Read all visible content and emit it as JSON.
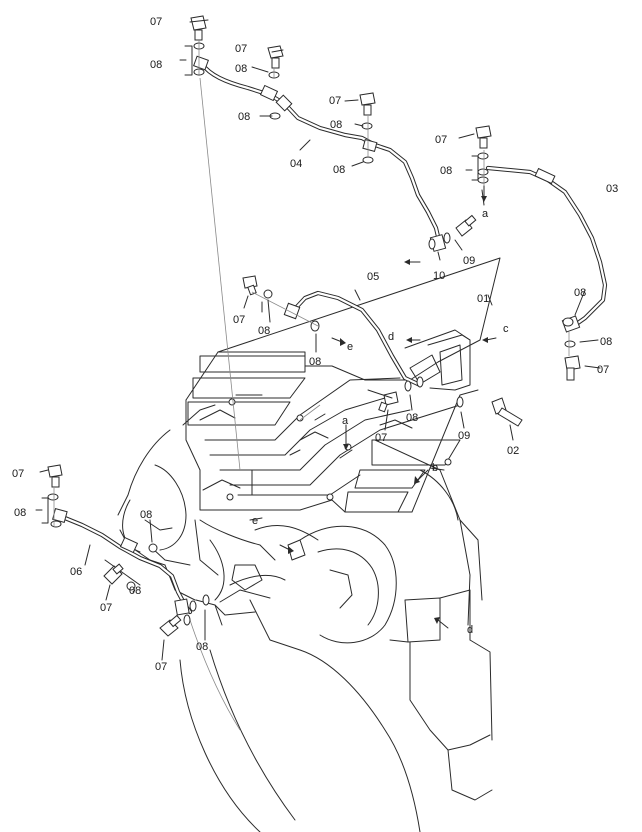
{
  "labels": {
    "p07": "07",
    "p08": "08",
    "p09": "09",
    "p10": "10",
    "p01": "01",
    "p02": "02",
    "p03": "03",
    "p04": "04",
    "p05": "05",
    "p06": "06",
    "ra": "a",
    "rb": "b",
    "rc": "c",
    "rd": "d",
    "re": "e"
  },
  "colors": {
    "line": "#2b2b2b",
    "paper": "#ffffff"
  }
}
